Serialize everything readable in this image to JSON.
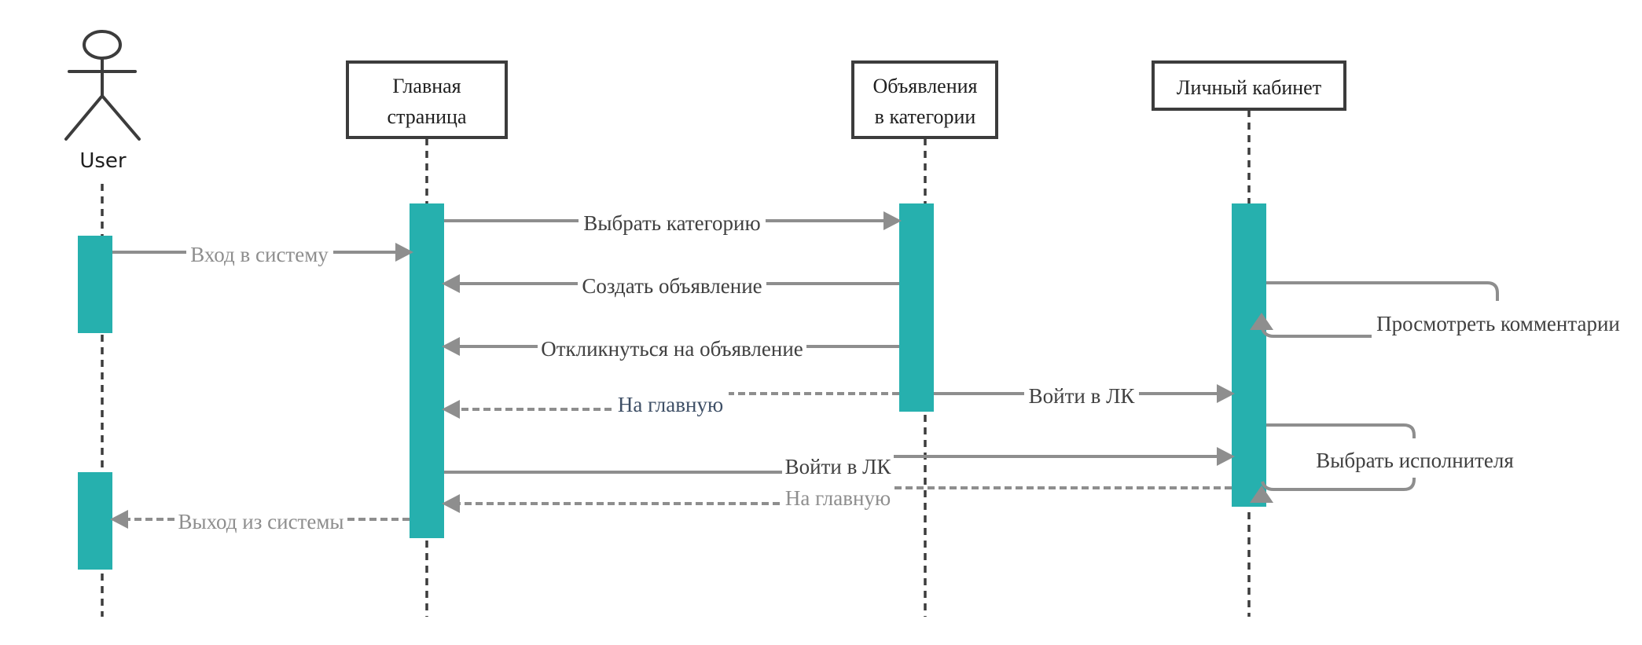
{
  "participants": {
    "user": {
      "name": "User"
    },
    "main_page": {
      "line1": "Главная",
      "line2": "страница"
    },
    "ads_in_category": {
      "line1": "Объявления",
      "line2": "в категории"
    },
    "cabinet": {
      "line1": "Личный кабинет"
    }
  },
  "messages": {
    "login": "Вход в систему",
    "choose_category": "Выбрать категорию",
    "create_ad": "Создать объявление",
    "respond_ad": "Откликнуться на объявление",
    "to_main_1": "На главную",
    "enter_cabinet_1": "Войти в ЛК",
    "view_comments": "Просмотреть комментарии",
    "enter_cabinet_2": "Войти в ЛК",
    "choose_executor": "Выбрать исполнителя",
    "to_main_2": "На главную",
    "logout": "Выход из системы"
  },
  "colors": {
    "activation": "#26b0ae",
    "arrow": "#8e8e8e",
    "lifeline": "#3c3c3c"
  }
}
